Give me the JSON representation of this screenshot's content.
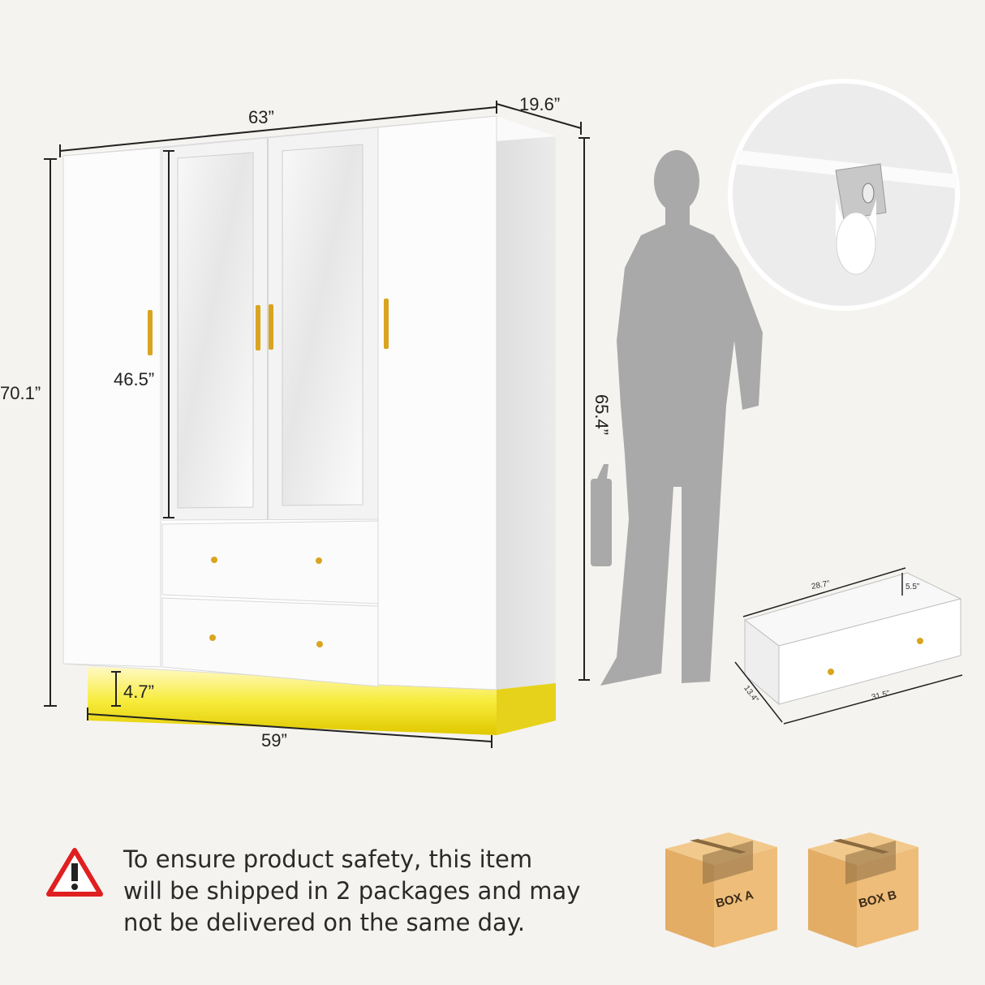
{
  "dimensions": {
    "width_top": "63”",
    "depth": "19.6”",
    "height_total": "70.1”",
    "mirror_height": "46.5”",
    "body_height": "65.4”",
    "base_height": "4.7”",
    "base_width": "59”"
  },
  "drawer": {
    "length": "28.7”",
    "height": "5.5”",
    "depth": "13.4”",
    "width": "31.5”"
  },
  "notice": {
    "line1": "To ensure product safety, this item",
    "line2": "will be shipped in 2 packages and may",
    "line3": "not be delivered on the same day."
  },
  "boxes": [
    {
      "label": "BOX A"
    },
    {
      "label": "BOX B"
    }
  ],
  "colors": {
    "background": "#f5f3ef",
    "cabinet": "#ffffff",
    "cabinet_side": "#e4e4e4",
    "handle_gold": "#d9a520",
    "led_yellow": "#f3e83a",
    "silhouette": "#a9a9a9",
    "warning_red": "#e02020",
    "box_brown": "#e6b778"
  }
}
